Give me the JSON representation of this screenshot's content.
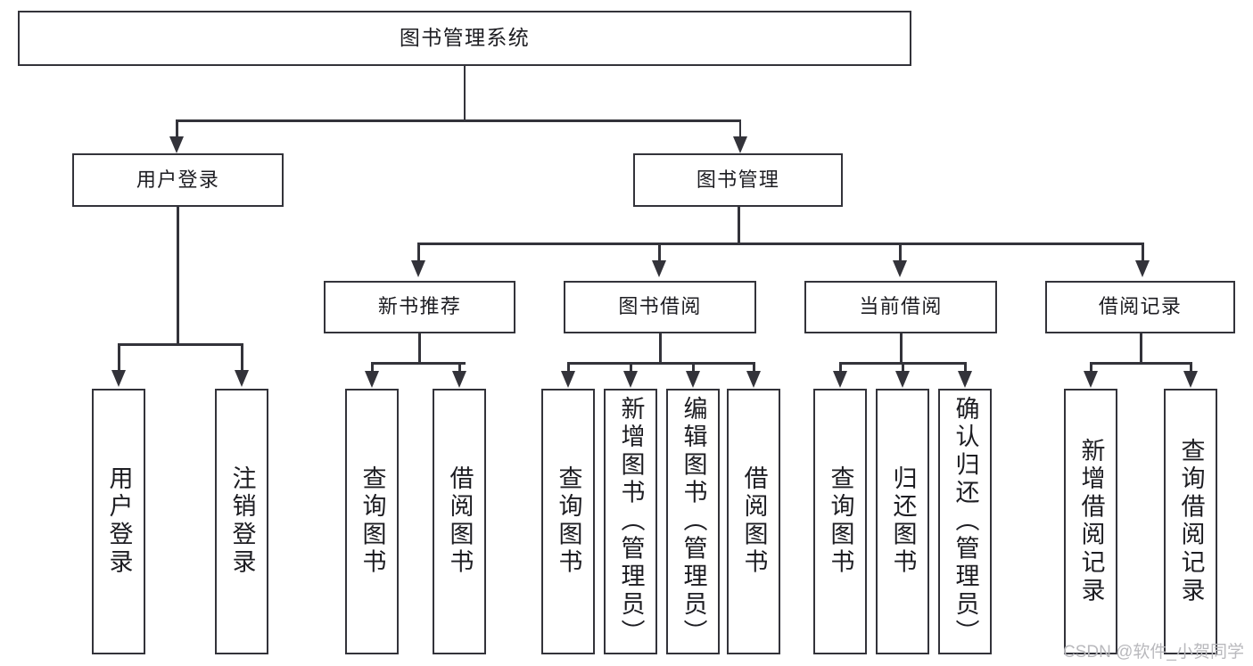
{
  "diagram": {
    "title_node": {
      "label": "图书管理系统"
    },
    "level2": [
      {
        "id": "user-login",
        "label": "用户登录"
      },
      {
        "id": "book-management",
        "label": "图书管理"
      }
    ],
    "level3": [
      {
        "id": "new-book-recommend",
        "label": "新书推荐"
      },
      {
        "id": "book-borrow",
        "label": "图书借阅"
      },
      {
        "id": "current-borrow",
        "label": "当前借阅"
      },
      {
        "id": "borrow-record",
        "label": "借阅记录"
      }
    ],
    "leaves": {
      "user_login": [
        {
          "id": "leaf-user-login",
          "label": "用户登录"
        },
        {
          "id": "leaf-logout-login",
          "label": "注销登录"
        }
      ],
      "new_book_recommend": [
        {
          "id": "leaf-query-book-1",
          "label": "查询图书"
        },
        {
          "id": "leaf-borrow-book-1",
          "label": "借阅图书"
        }
      ],
      "book_borrow": [
        {
          "id": "leaf-query-book-2",
          "label": "查询图书"
        },
        {
          "id": "leaf-add-book",
          "label": "新增图书（管理员）"
        },
        {
          "id": "leaf-edit-book",
          "label": "编辑图书（管理员）"
        },
        {
          "id": "leaf-borrow-book-2",
          "label": "借阅图书"
        }
      ],
      "current_borrow": [
        {
          "id": "leaf-query-book-3",
          "label": "查询图书"
        },
        {
          "id": "leaf-return-book",
          "label": "归还图书"
        },
        {
          "id": "leaf-confirm-return",
          "label": "确认归还（管理员）"
        }
      ],
      "borrow_record": [
        {
          "id": "leaf-add-record",
          "label": "新增借阅记录"
        },
        {
          "id": "leaf-query-record",
          "label": "查询借阅记录"
        }
      ]
    },
    "colors": {
      "stroke": "#33333a",
      "text": "#1d1d22",
      "background": "#ffffff",
      "watermark": "#b9b9bd"
    }
  },
  "watermark": {
    "text": "CSDN @软件_小贺同学"
  }
}
